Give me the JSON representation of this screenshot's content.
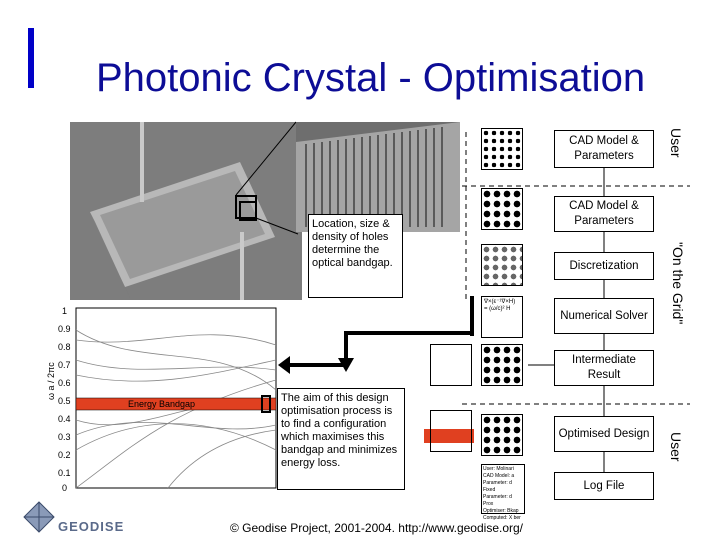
{
  "title": "Photonic Crystal - Optimisation",
  "annotation_holes": "Location, size & density of holes determine the optical bandgap.",
  "annotation_aim": "The aim of this design optimisation process is to find a configuration which maximises this bandgap and minimizes energy loss.",
  "flow": {
    "cad1": "CAD Model & Parameters",
    "cad2": "CAD Model & Parameters",
    "discretization": "Discretization",
    "solver": "Numerical Solver",
    "intermediate": "Intermediate Result",
    "optimised": "Optimised Design",
    "log": "Log File"
  },
  "side_labels": {
    "user_top": "User",
    "grid": "\"On the Grid\"",
    "user_bottom": "User"
  },
  "log_snippet": [
    "User: Molinari",
    "CAD Model: a",
    "Parameter: d Fixed",
    "Parameter: d Prox",
    "Optimiser: Bkap",
    "Computed: X ber"
  ],
  "chart_label": "Energy Bandgap",
  "y_ticks": [
    "1",
    "0.9",
    "0.8",
    "0.7",
    "0.6",
    "0.5",
    "0.4",
    "0.3",
    "0.2",
    "0.1",
    "0"
  ],
  "y_axis_label": "ω a / 2πc",
  "logo": "GEODISE",
  "footer": "© Geodise Project, 2001-2004. http://www.geodise.org/",
  "colors": {
    "title": "#0d0d96",
    "accent": "#0000c8",
    "bandgap": "#e04020"
  }
}
